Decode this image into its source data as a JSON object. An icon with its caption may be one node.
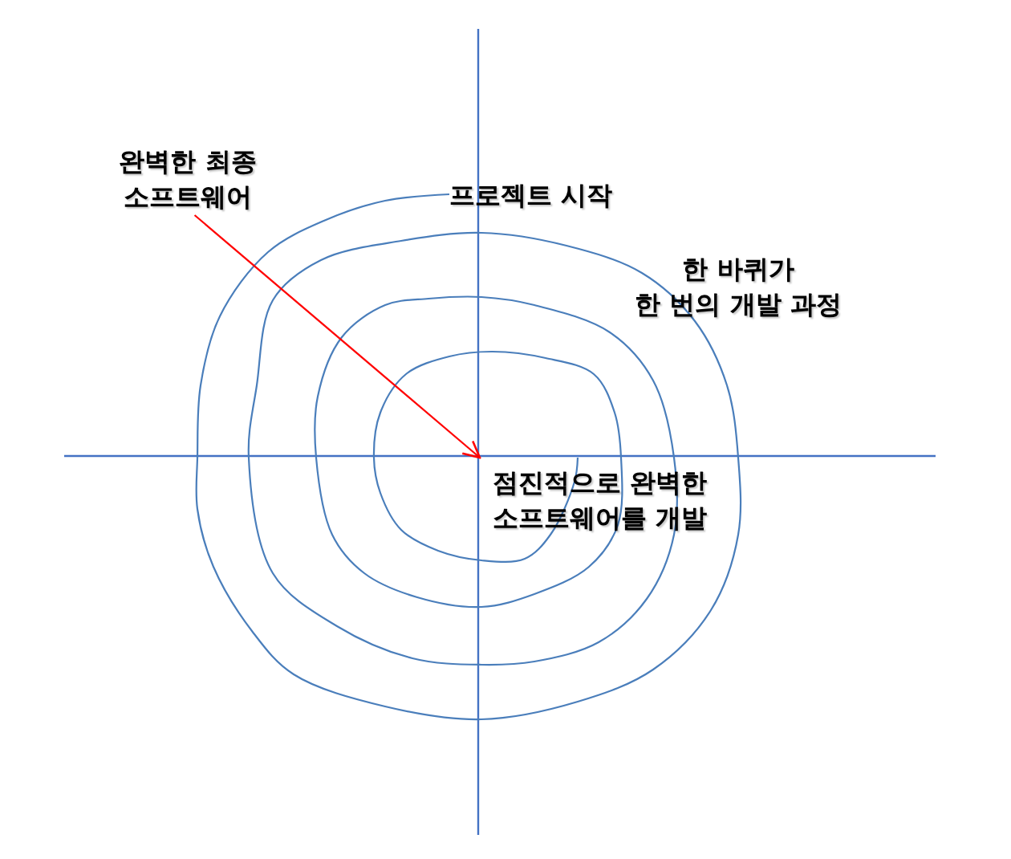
{
  "diagram": {
    "nodes": [
      {
        "text": [
          "완벽한 최종 소프트웨어"
        ]
      },
      {
        "text": [
          "점진적으로 완벽한 소프트웨어를 개발"
        ]
      }
    ],
    "edges": [
      {
        "from": 0,
        "to": 1,
        "arrow": "to",
        "color": "#ff0000"
      }
    ],
    "labels": [
      "프로젝트 시작",
      "한 바퀴가 한 번의 개발 과정"
    ]
  }
}
